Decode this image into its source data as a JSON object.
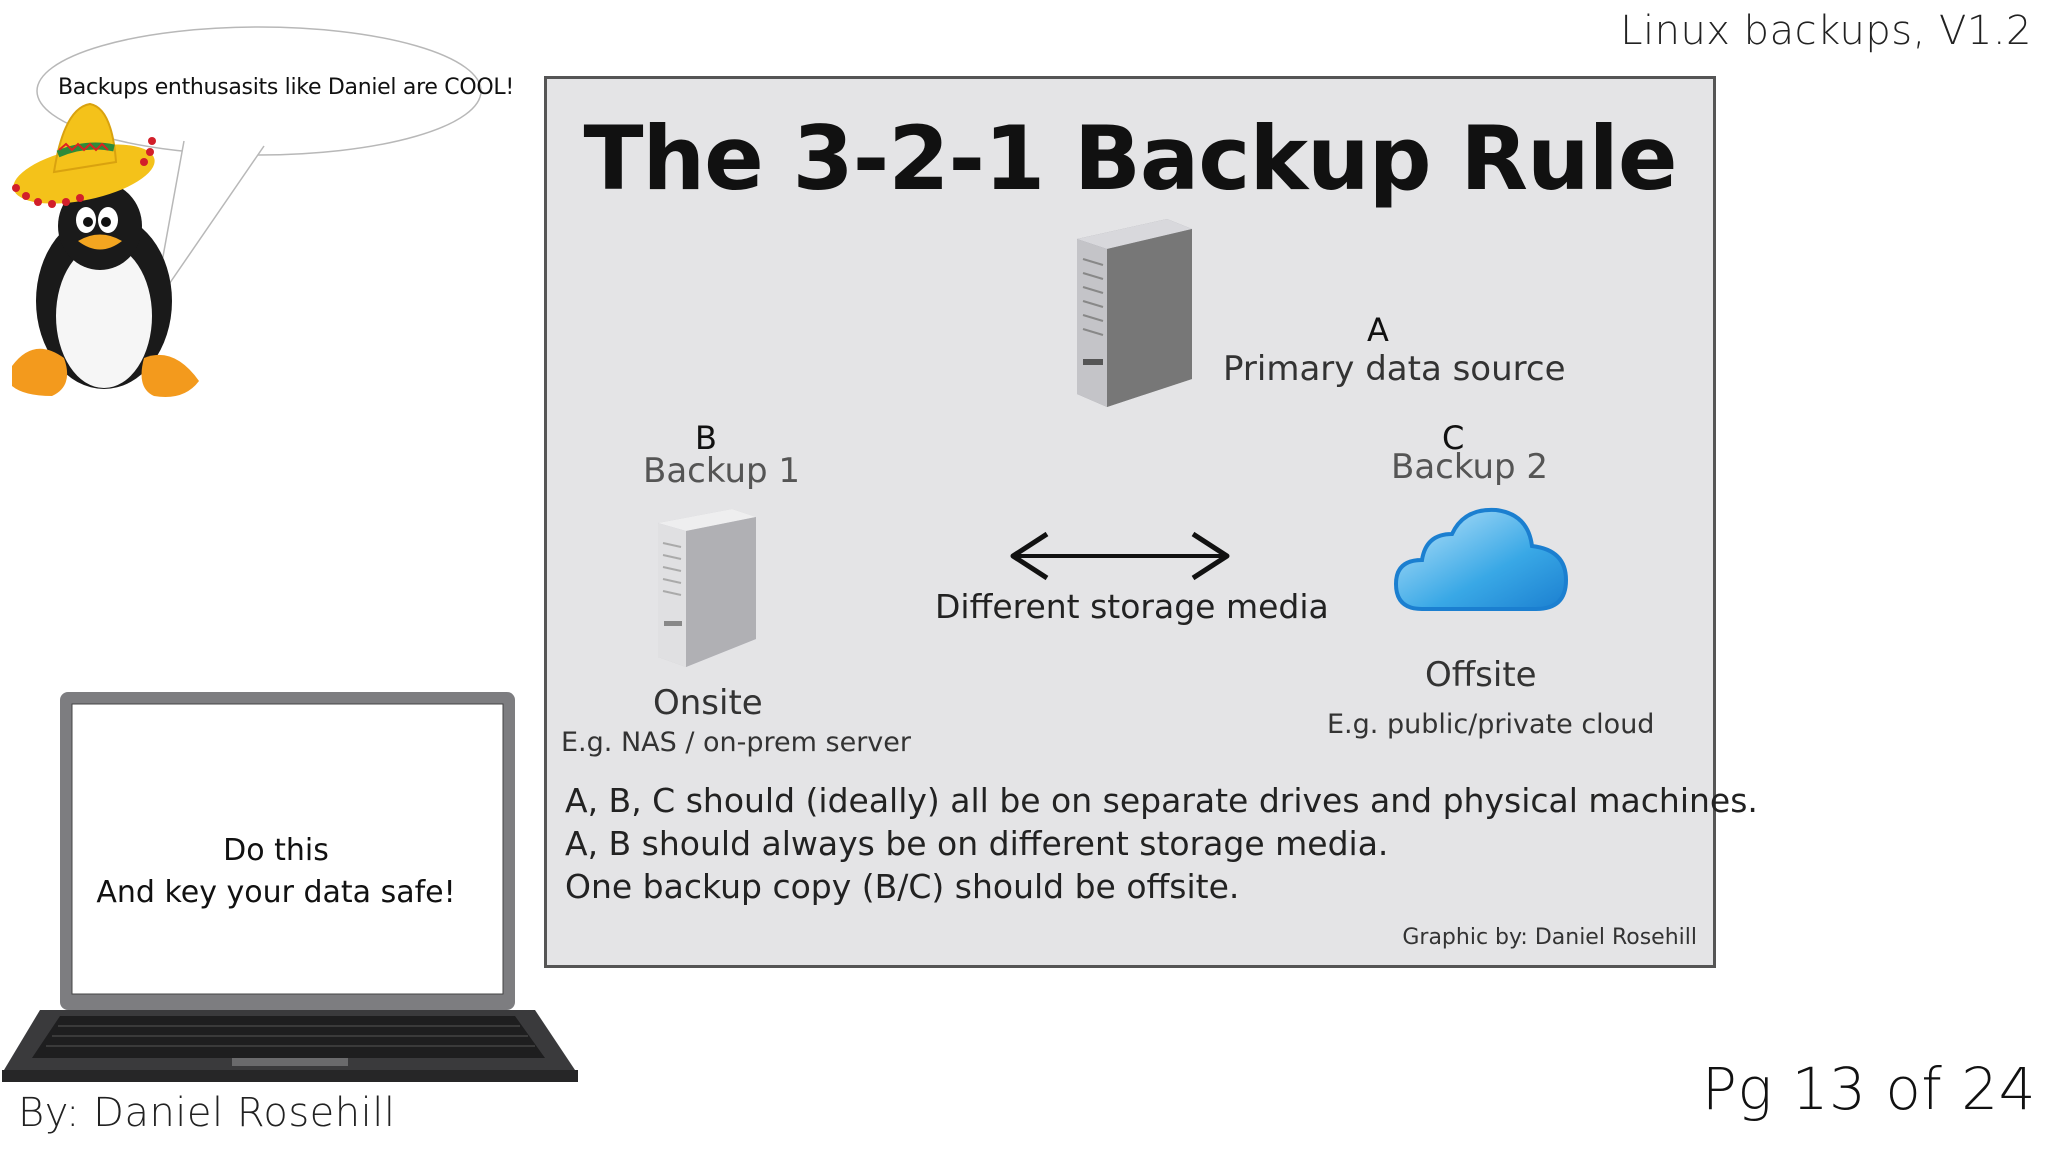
{
  "header": {
    "deck_title": "Linux backups, V1.2"
  },
  "footer": {
    "page": "Pg 13 of 24",
    "byline": "By: Daniel Rosehill"
  },
  "bubble": {
    "text": "Backups enthusasits like Daniel are COOL!"
  },
  "laptop": {
    "line1": "Do this",
    "line2": "And key your data safe!"
  },
  "graphic": {
    "title": "The 3-2-1 Backup Rule",
    "a": {
      "letter": "A",
      "name": "Primary data source"
    },
    "b": {
      "letter": "B",
      "name": "Backup 1",
      "where": "Onsite",
      "example": "E.g. NAS / on-prem server"
    },
    "c": {
      "letter": "C",
      "name": "Backup 2",
      "where": "Offsite",
      "example": "E.g. public/private cloud"
    },
    "arrow_label": "Different storage media",
    "rules": [
      "A, B, C should (ideally) all be on separate drives and physical machines.",
      "A, B should always be on different storage media.",
      "One backup copy (B/C) should be offsite."
    ],
    "credit": "Graphic by: Daniel Rosehill"
  },
  "colors": {
    "panel_bg": "#e4e4e6",
    "cloud_blue": "#39a8e6",
    "sombrero_yellow": "#f4c21a",
    "penguin_orange": "#f39a1d"
  }
}
